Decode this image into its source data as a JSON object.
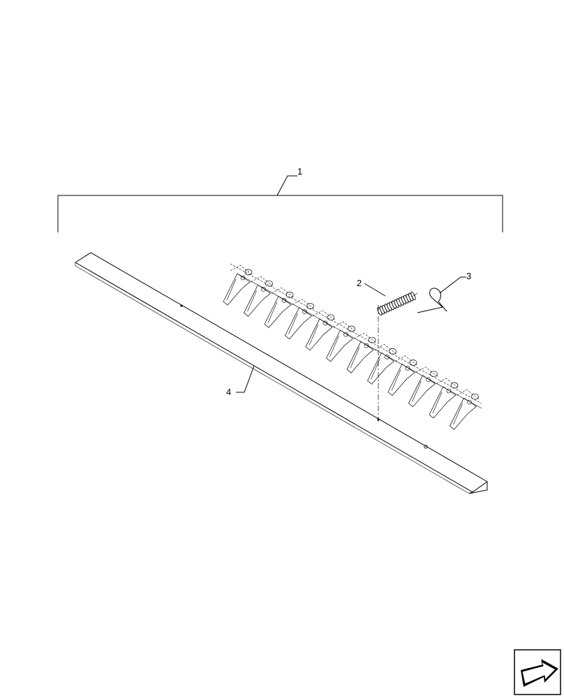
{
  "callouts": [
    {
      "id": "1",
      "label": "1"
    },
    {
      "id": "2",
      "label": "2"
    },
    {
      "id": "3",
      "label": "3"
    },
    {
      "id": "4",
      "label": "4"
    }
  ],
  "icons": {
    "navigation": "next-page-arrow-icon"
  }
}
